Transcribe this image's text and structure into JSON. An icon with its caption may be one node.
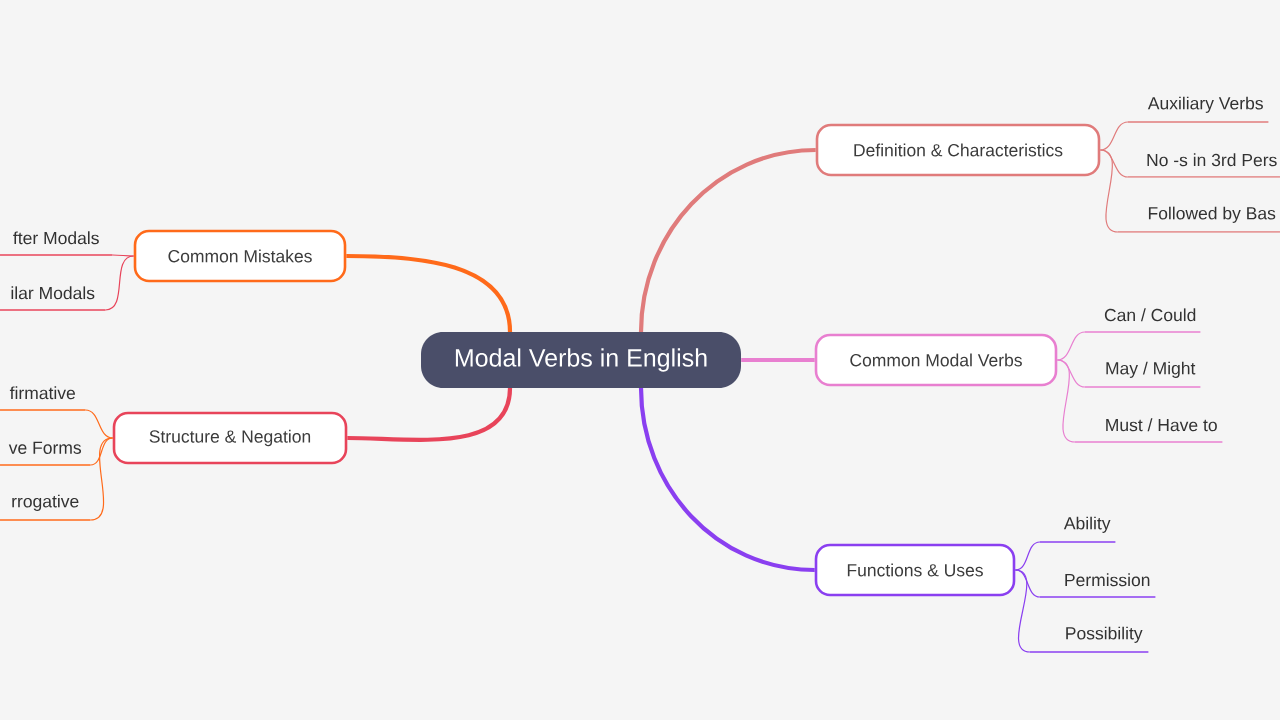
{
  "diagram": {
    "nodes": [
      {
        "text": [
          "Modal Verbs in English"
        ]
      },
      {
        "text": [
          "Definition & Characteristics"
        ]
      },
      {
        "text": [
          "Auxiliary Verbs"
        ]
      },
      {
        "text": [
          "No -s in 3rd Pers"
        ]
      },
      {
        "text": [
          "Followed by Bas"
        ]
      },
      {
        "text": [
          "Common Modal Verbs"
        ]
      },
      {
        "text": [
          "Can / Could"
        ]
      },
      {
        "text": [
          "May / Might"
        ]
      },
      {
        "text": [
          "Must / Have to"
        ]
      },
      {
        "text": [
          "Functions & Uses"
        ]
      },
      {
        "text": [
          "Ability"
        ]
      },
      {
        "text": [
          "Permission"
        ]
      },
      {
        "text": [
          "Possibility"
        ]
      },
      {
        "text": [
          "Common Mistakes"
        ]
      },
      {
        "text": [
          "fter Modals"
        ]
      },
      {
        "text": [
          "ilar Modals"
        ]
      },
      {
        "text": [
          "Structure & Negation"
        ]
      },
      {
        "text": [
          "firmative"
        ]
      },
      {
        "text": [
          "ve Forms"
        ]
      },
      {
        "text": [
          "rrogative"
        ]
      }
    ],
    "edges": [
      {
        "from": 0,
        "to": 1,
        "arrow": "none",
        "style": "thick",
        "color": "#e07b7b"
      },
      {
        "from": 1,
        "to": 2,
        "arrow": "none",
        "color": "#e07b7b"
      },
      {
        "from": 1,
        "to": 3,
        "arrow": "none",
        "color": "#e07b7b"
      },
      {
        "from": 1,
        "to": 4,
        "arrow": "none",
        "color": "#e07b7b"
      },
      {
        "from": 0,
        "to": 5,
        "arrow": "none",
        "style": "thick",
        "color": "#e87fd0"
      },
      {
        "from": 5,
        "to": 6,
        "arrow": "none",
        "color": "#e87fd0"
      },
      {
        "from": 5,
        "to": 7,
        "arrow": "none",
        "color": "#e87fd0"
      },
      {
        "from": 5,
        "to": 8,
        "arrow": "none",
        "color": "#e87fd0"
      },
      {
        "from": 0,
        "to": 9,
        "arrow": "none",
        "style": "thick",
        "color": "#8a3ff0"
      },
      {
        "from": 9,
        "to": 10,
        "arrow": "none",
        "color": "#8a3ff0"
      },
      {
        "from": 9,
        "to": 11,
        "arrow": "none",
        "color": "#8a3ff0"
      },
      {
        "from": 9,
        "to": 12,
        "arrow": "none",
        "color": "#8a3ff0"
      },
      {
        "from": 0,
        "to": 13,
        "arrow": "none",
        "style": "thick",
        "color": "#ff6a1a"
      },
      {
        "from": 13,
        "to": 14,
        "arrow": "none",
        "color": "#e8445a"
      },
      {
        "from": 13,
        "to": 15,
        "arrow": "none",
        "color": "#e8445a"
      },
      {
        "from": 0,
        "to": 16,
        "arrow": "none",
        "style": "thick",
        "color": "#e8445a"
      },
      {
        "from": 16,
        "to": 17,
        "arrow": "none",
        "color": "#ff6a1a"
      },
      {
        "from": 16,
        "to": 18,
        "arrow": "none",
        "color": "#ff6a1a"
      },
      {
        "from": 16,
        "to": 19,
        "arrow": "none",
        "color": "#ff6a1a"
      }
    ]
  }
}
